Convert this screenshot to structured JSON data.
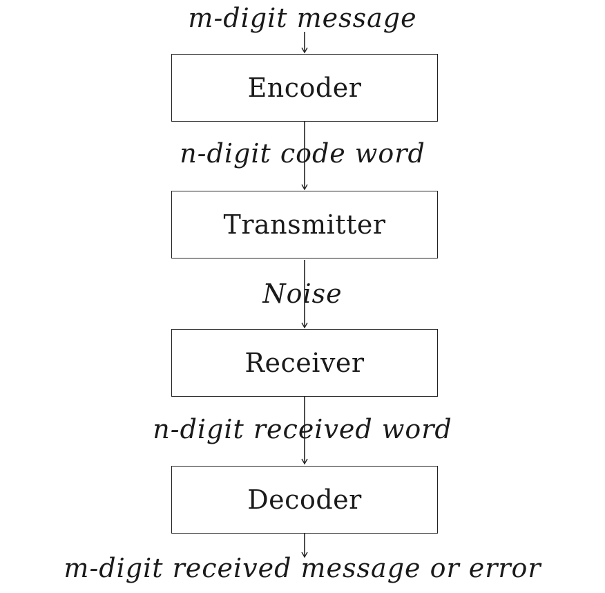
{
  "flow": {
    "input_label": "m-digit message",
    "after_encoder_label": "n-digit code word",
    "after_transmitter_label": "Noise",
    "after_receiver_label": "n-digit received word",
    "output_label": "m-digit received message or error"
  },
  "blocks": {
    "encoder": "Encoder",
    "transmitter": "Transmitter",
    "receiver": "Receiver",
    "decoder": "Decoder"
  },
  "colors": {
    "stroke": "#222222",
    "text": "#1a1a1a",
    "background": "#ffffff"
  }
}
